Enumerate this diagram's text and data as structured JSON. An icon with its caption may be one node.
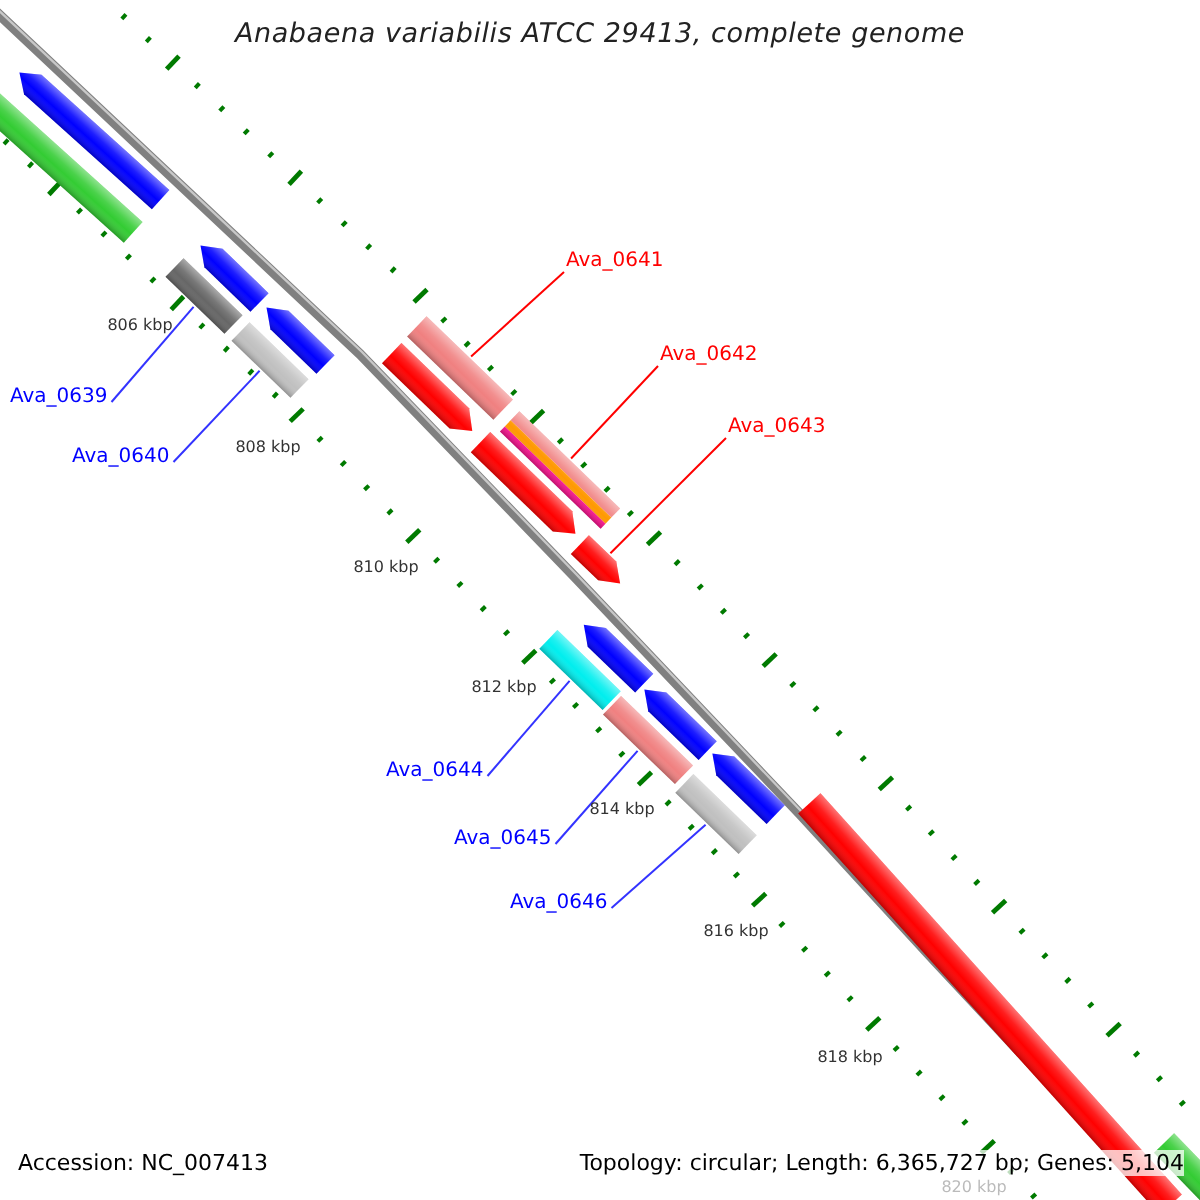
{
  "diagram": {
    "title": "Anabaena variabilis ATCC 29413, complete genome",
    "nodes": [
      {
        "text": [
          "Ava_0641"
        ]
      },
      {
        "text": [
          "Ava_0642"
        ]
      },
      {
        "text": [
          "Ava_0639"
        ]
      },
      {
        "text": [
          "Ava_0643"
        ]
      },
      {
        "text": [
          "Ava_0640"
        ]
      },
      {
        "text": [
          "Ava_0644"
        ]
      },
      {
        "text": [
          "Ava_0645"
        ]
      },
      {
        "text": [
          "Ava_0646"
        ]
      },
      {
        "text": [],
        "shape": "bar"
      },
      {
        "text": [],
        "shape": "bar"
      },
      {
        "text": [],
        "shape": "bar"
      },
      {
        "text": [],
        "shape": "bar"
      },
      {
        "text": [],
        "shape": "bar"
      },
      {
        "text": [],
        "shape": "bar"
      },
      {
        "text": [],
        "shape": "bar"
      },
      {
        "text": [],
        "shape": "bar"
      },
      {
        "text": [],
        "shape": "bar"
      },
      {
        "text": [],
        "shape": "bar"
      },
      {
        "text": [],
        "shape": "bar"
      },
      {
        "text": [],
        "shape": "bar"
      },
      {
        "text": [],
        "shape": "bar"
      },
      {
        "text": [],
        "shape": "bar"
      },
      {
        "text": [],
        "shape": "bar"
      },
      {
        "text": [],
        "shape": "bar"
      },
      {
        "text": [],
        "shape": "bar"
      },
      {
        "text": [],
        "shape": "bar"
      },
      {
        "text": [],
        "shape": "bar"
      }
    ],
    "edges": [
      {
        "from": 0,
        "to": 14,
        "arrow": "none",
        "color": "#ff0000"
      },
      {
        "from": 1,
        "to": 16,
        "arrow": "none",
        "color": "#ff0000"
      },
      {
        "from": 2,
        "to": 11,
        "arrow": "none"
      },
      {
        "from": 3,
        "to": 18,
        "arrow": "none",
        "color": "#ff0000"
      },
      {
        "from": 4,
        "to": 13,
        "arrow": "none"
      },
      {
        "from": 5,
        "to": 20,
        "arrow": "none"
      },
      {
        "from": 6,
        "to": 22,
        "arrow": "none"
      },
      {
        "from": 7,
        "to": 24,
        "arrow": "none"
      }
    ],
    "labels": [
      "806 kbp",
      "808 kbp",
      "810 kbp",
      "812 kbp",
      "814 kbp",
      "816 kbp",
      "818 kbp",
      "Accession: NC_007413",
      "Topology: circular; Length: 6,365,727 bp; Genes: 5,104",
      "820 kbp"
    ]
  }
}
